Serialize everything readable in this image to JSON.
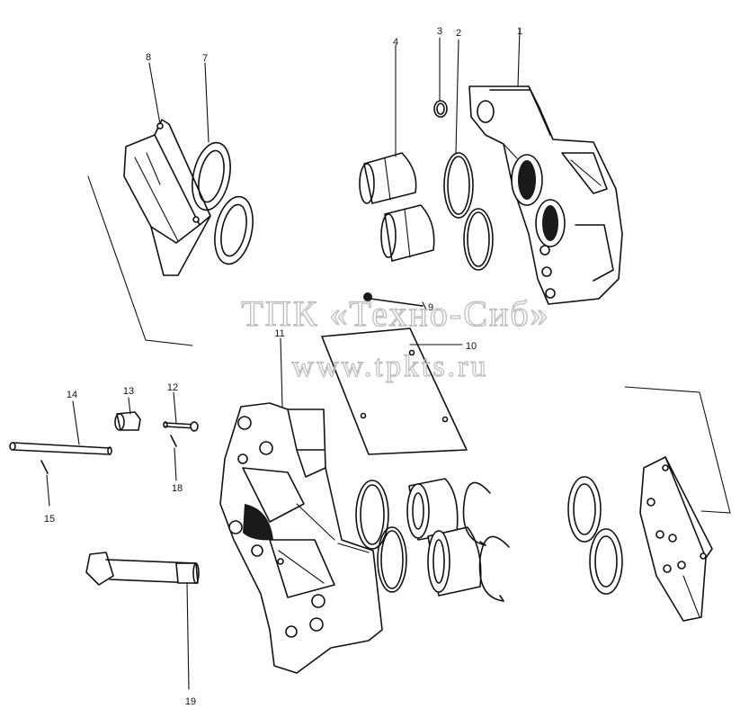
{
  "watermark": {
    "line1": "ТПК «Техно-Сиб»",
    "line2": "www.tpkts.ru"
  },
  "callouts": [
    "1",
    "2",
    "3",
    "4",
    "7",
    "8",
    "9",
    "10",
    "11",
    "12",
    "13",
    "14",
    "15",
    "18",
    "19"
  ]
}
